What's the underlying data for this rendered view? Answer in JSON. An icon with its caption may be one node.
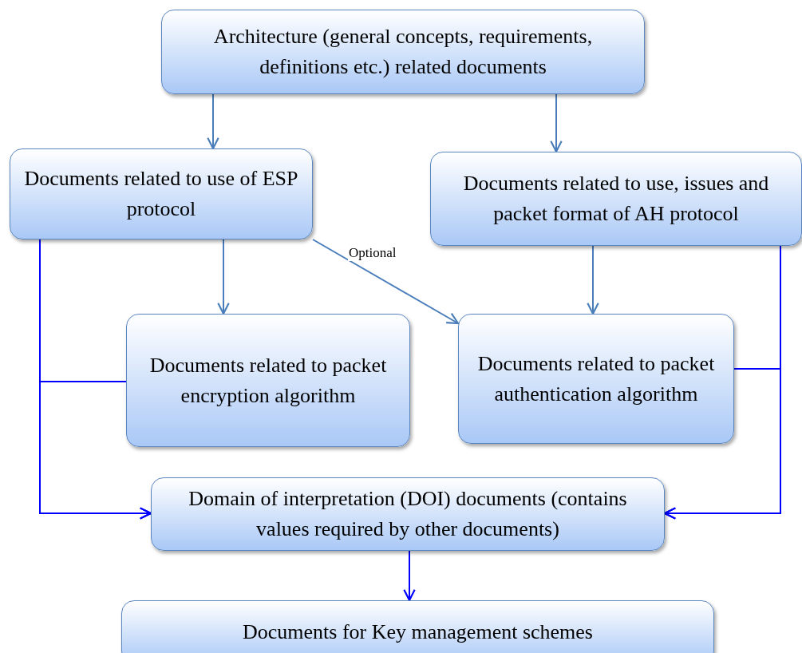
{
  "diagram": {
    "nodes": [
      {
        "text": [
          "Architecture (general concepts, requirements, definitions etc.) related documents"
        ]
      },
      {
        "text": [
          "Documents related to use of ESP protocol"
        ]
      },
      {
        "text": [
          "Documents related to use, issues and packet format of AH protocol"
        ]
      },
      {
        "text": [
          "Documents related to packet encryption algorithm"
        ]
      },
      {
        "text": [
          "Documents related to packet authentication algorithm"
        ]
      },
      {
        "text": [
          "Domain of interpretation (DOI) documents (contains values required by other documents)"
        ]
      },
      {
        "text": [
          "Documents for Key management schemes"
        ]
      }
    ],
    "edges": [
      {
        "from": 0,
        "to": 1,
        "arrow": "to"
      },
      {
        "from": 0,
        "to": 2,
        "arrow": "to"
      },
      {
        "from": 1,
        "to": 3,
        "arrow": "to"
      },
      {
        "from": 1,
        "to": 4,
        "arrow": "to",
        "label": "Optional"
      },
      {
        "from": 2,
        "to": 4,
        "arrow": "to"
      },
      {
        "from": 1,
        "to": 5,
        "arrow": "to",
        "color": "#0000ff"
      },
      {
        "from": 3,
        "to": 5,
        "arrow": "to",
        "color": "#0000ff"
      },
      {
        "from": 2,
        "to": 5,
        "arrow": "to",
        "color": "#0000ff"
      },
      {
        "from": 4,
        "to": 5,
        "arrow": "to",
        "color": "#0000ff"
      },
      {
        "from": 5,
        "to": 6,
        "arrow": "to",
        "color": "#0000ff"
      }
    ]
  }
}
